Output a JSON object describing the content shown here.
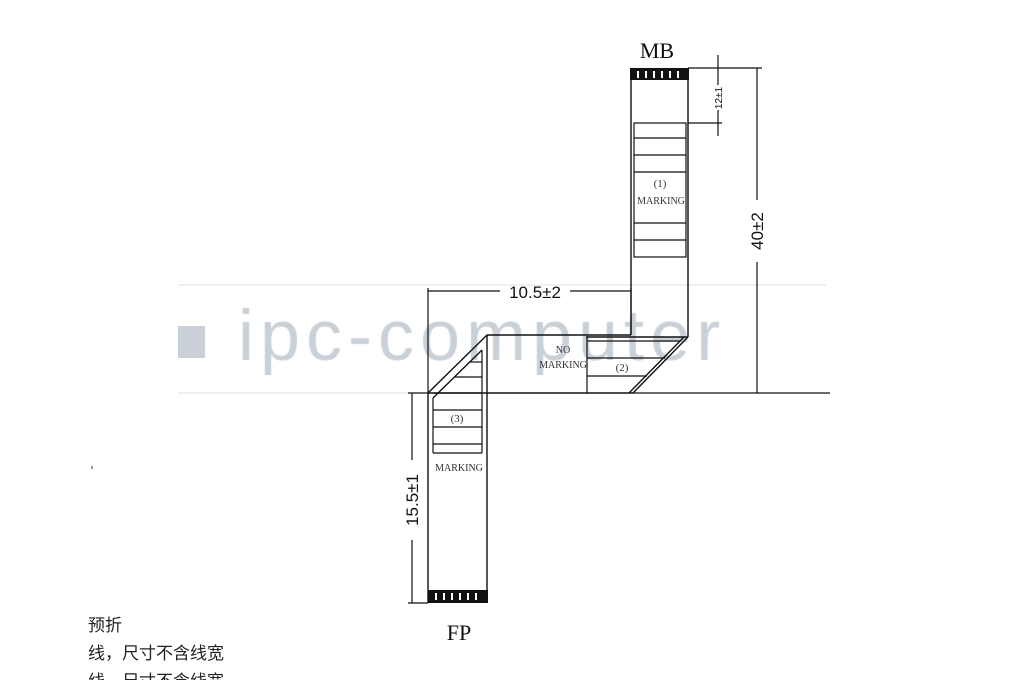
{
  "labels": {
    "mb": "MB",
    "fp": "FP",
    "marking_1_num": "(1)",
    "marking_1_text": "MARKING",
    "marking_2_num": "(2)",
    "no_marking_1": "NO",
    "no_marking_2": "MARKING",
    "marking_3_num": "(3)",
    "marking_3_text": "MARKING"
  },
  "dimensions": {
    "horizontal": "10.5±2",
    "total_height": "40±2",
    "top_offset": "12±1",
    "left_height": "15.5±1"
  },
  "watermark": "ipc-computer",
  "notes": [
    "预折",
    "线，尺寸不含线宽",
    "线，尺寸不含线宽"
  ],
  "colors": {
    "line": "#111111",
    "watermark": "#c9d0d8"
  }
}
